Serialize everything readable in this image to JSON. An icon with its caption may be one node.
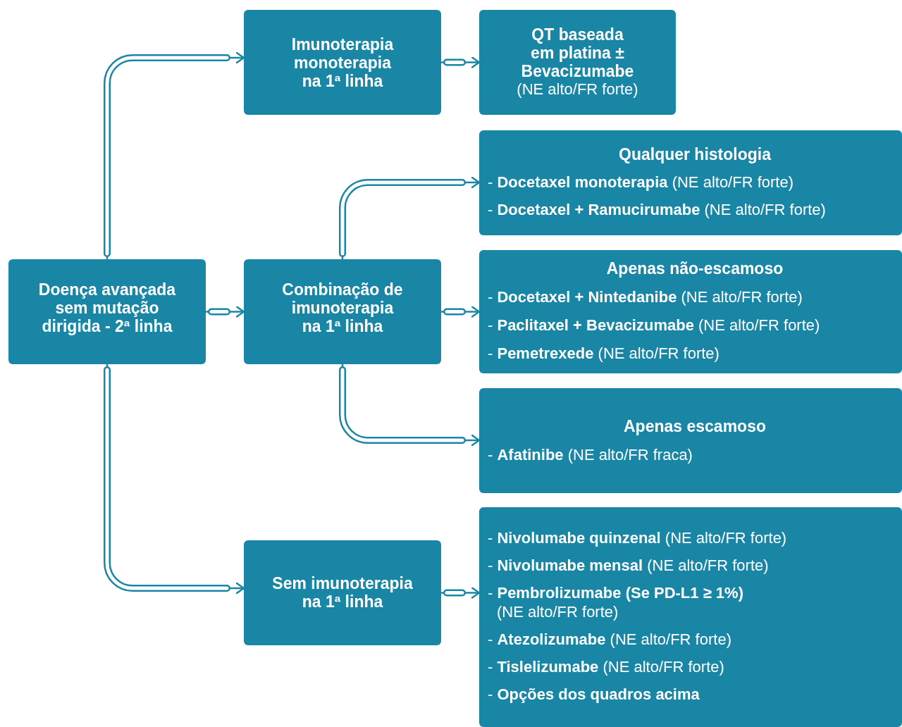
{
  "diagram": {
    "nodes": [
      {
        "text": [
          "Doença avançada sem mutação dirigida - 2ª linha"
        ]
      },
      {
        "text": [
          "Imunoterapia monoterapia na 1ª linha"
        ]
      },
      {
        "text": [
          "QT baseada em platina ± Bevacizumabe",
          "(NE alto/FR forte)"
        ]
      },
      {
        "text": [
          "Combinação de imunoterapia na 1ª linha"
        ]
      },
      {
        "text": [
          "Qualquer histologia",
          "- **Docetaxel monoterapia** (NE alto/FR forte)",
          "- **Docetaxel + Ramucirumabe** (NE alto/FR forte)"
        ]
      },
      {
        "text": [
          "Apenas não-escamoso",
          "- **Docetaxel + Nintedanibe** (NE alto/FR forte)",
          "- **Paclitaxel + Bevacizumabe** (NE alto/FR forte)",
          "- **Pemetrexede** (NE alto/FR forte)"
        ]
      },
      {
        "text": [
          "Apenas escamoso",
          "- **Afatinibe** (NE alto/FR fraca)"
        ]
      },
      {
        "text": [
          "Sem imunoterapia na 1ª linha"
        ]
      },
      {
        "text": [
          "- **Nivolumabe quinzenal** (NE alto/FR forte)",
          "- **Nivolumabe mensal** (NE alto/FR forte)",
          "- **Pembrolizumabe** **(Se PD-L1 ≥ 1%)** (NE alto/FR forte)",
          "- **Atezolizumabe** (NE alto/FR forte)",
          "- **Tislelizumabe** (NE alto/FR forte)",
          "- **Opções dos quadros acima**"
        ]
      }
    ],
    "edges": [
      {
        "from": 0,
        "to": 1,
        "arrow": "to"
      },
      {
        "from": 0,
        "to": 3,
        "arrow": "to"
      },
      {
        "from": 0,
        "to": 7,
        "arrow": "to"
      },
      {
        "from": 1,
        "to": 2,
        "arrow": "to"
      },
      {
        "from": 3,
        "to": 4,
        "arrow": "to"
      },
      {
        "from": 3,
        "to": 5,
        "arrow": "to"
      },
      {
        "from": 3,
        "to": 6,
        "arrow": "to"
      },
      {
        "from": 7,
        "to": 8,
        "arrow": "to"
      }
    ]
  }
}
